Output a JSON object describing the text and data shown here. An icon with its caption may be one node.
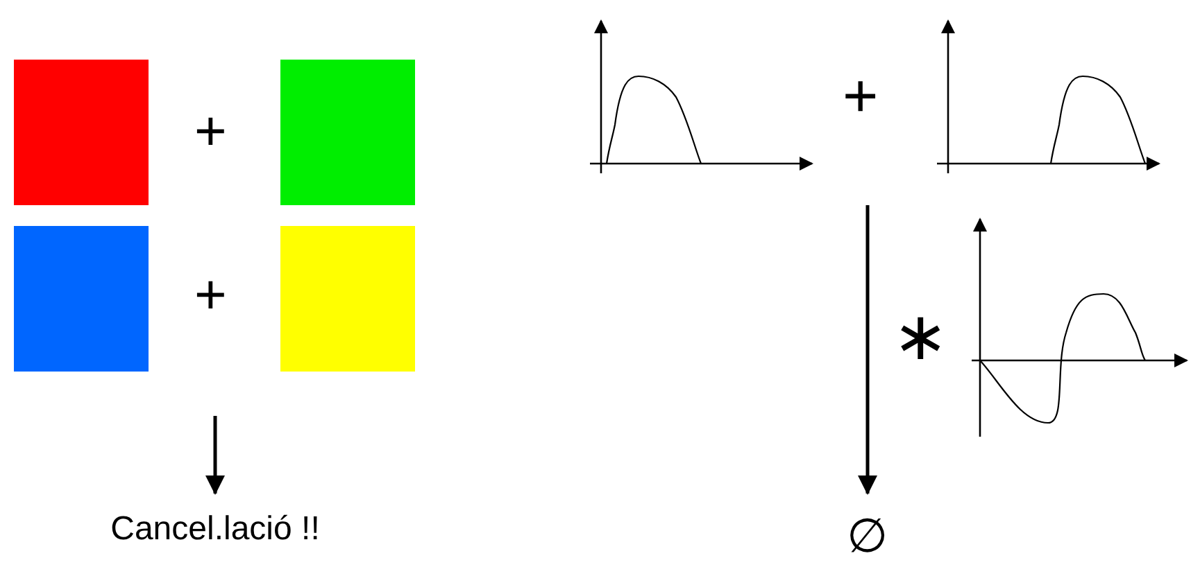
{
  "diagram": {
    "nodes": [
      {
        "text": [],
        "shape": "box"
      },
      {
        "text": [],
        "shape": "box"
      },
      {
        "text": [],
        "shape": "box"
      },
      {
        "text": [],
        "shape": "box"
      },
      {
        "text": [
          "Cancel.lació !!"
        ]
      },
      {
        "text": [],
        "shape": "picture"
      },
      {
        "text": [],
        "shape": "picture"
      },
      {
        "text": [],
        "shape": "picture"
      },
      {
        "text": [
          "∅"
        ]
      }
    ],
    "edges": [
      {
        "from": null,
        "to": 4,
        "arrow": "to"
      },
      {
        "from": null,
        "to": 8,
        "arrow": "to"
      }
    ],
    "labels": [
      "+",
      "+",
      "+",
      "∗"
    ]
  }
}
